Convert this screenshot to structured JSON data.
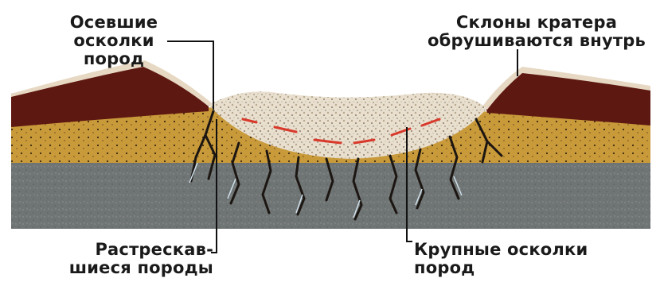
{
  "labels": {
    "ejected_fragments": "Осевшие\nосколки\nпород",
    "walls_collapse": "Склоны кратера\nобрушиваются внутрь",
    "fractured_rocks": "Растрескав-\nшиеся породы",
    "large_fragments": "Крупные осколки\nпород"
  },
  "colors": {
    "bedrock": "#6f7474",
    "ochre_layer": "#c99a3a",
    "dark_red_layer": "#5e1812",
    "breccia": "#e9dfce",
    "melt_streaks": "#d8392b",
    "cracks": "#1c1612",
    "leader_lines": "#111111"
  }
}
